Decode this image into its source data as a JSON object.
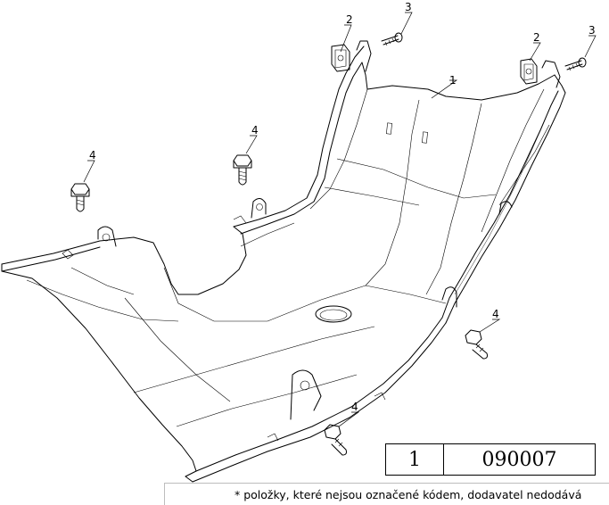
{
  "callouts": {
    "c1": "1",
    "c2a": "2",
    "c2b": "2",
    "c3a": "3",
    "c3b": "3",
    "c4a": "4",
    "c4b": "4",
    "c4c": "4",
    "c4d": "4"
  },
  "code_box": {
    "quantity": "1",
    "part_code": "090007"
  },
  "note": "* položky, které nejsou označené kódem, dodavatel nedodává"
}
